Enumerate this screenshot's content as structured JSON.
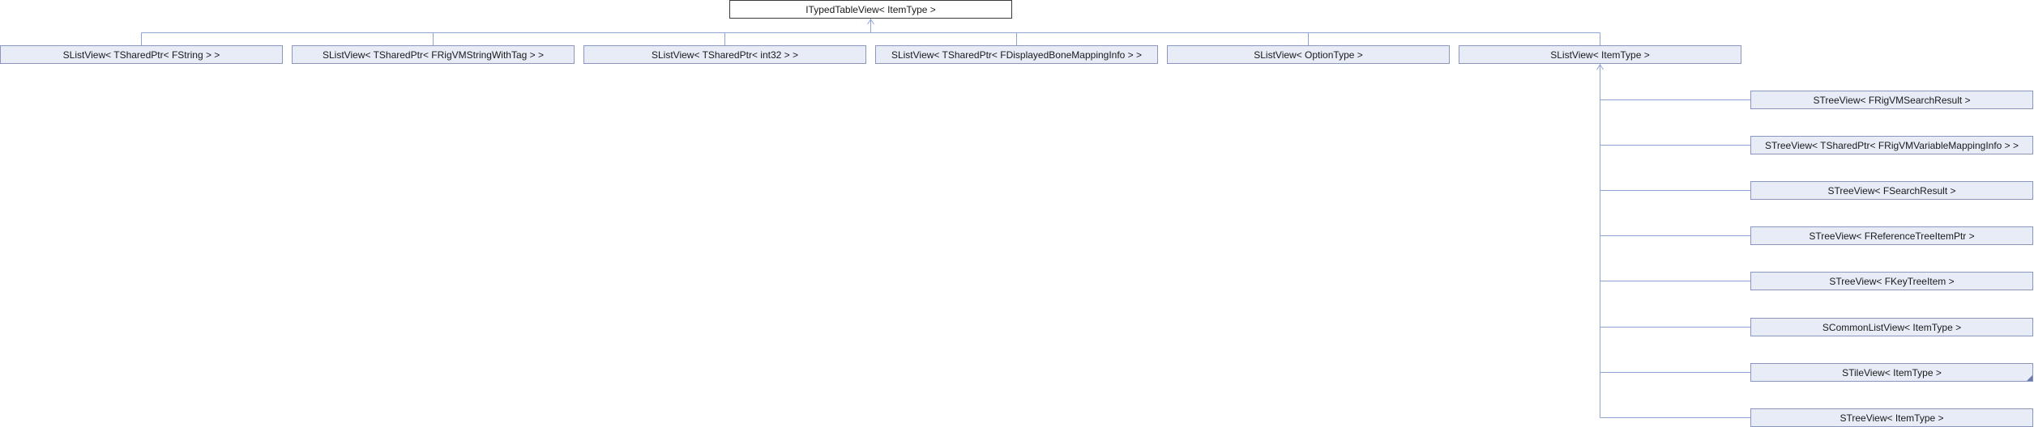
{
  "diagram": {
    "root": {
      "label": "ITypedTableView< ItemType >"
    },
    "list_views": [
      {
        "label": "SListView< TSharedPtr< FString > >"
      },
      {
        "label": "SListView< TSharedPtr< FRigVMStringWithTag > >"
      },
      {
        "label": "SListView< TSharedPtr< int32 > >"
      },
      {
        "label": "SListView< TSharedPtr< FDisplayedBoneMappingInfo > >"
      },
      {
        "label": "SListView< OptionType >"
      },
      {
        "label": "SListView< ItemType >"
      }
    ],
    "derived_views": [
      {
        "label": "STreeView< FRigVMSearchResult >"
      },
      {
        "label": "STreeView< TSharedPtr< FRigVMVariableMappingInfo > >"
      },
      {
        "label": "STreeView< FSearchResult >"
      },
      {
        "label": "STreeView< FReferenceTreeItemPtr >"
      },
      {
        "label": "STreeView< FKeyTreeItem >"
      },
      {
        "label": "SCommonListView< ItemType >"
      },
      {
        "label": "STileView< ItemType >"
      },
      {
        "label": "STreeView< ItemType >"
      }
    ],
    "colors": {
      "edge": "#8fa3d6",
      "node_fill": "#e8ecf7",
      "node_border": "#8a96be"
    }
  }
}
